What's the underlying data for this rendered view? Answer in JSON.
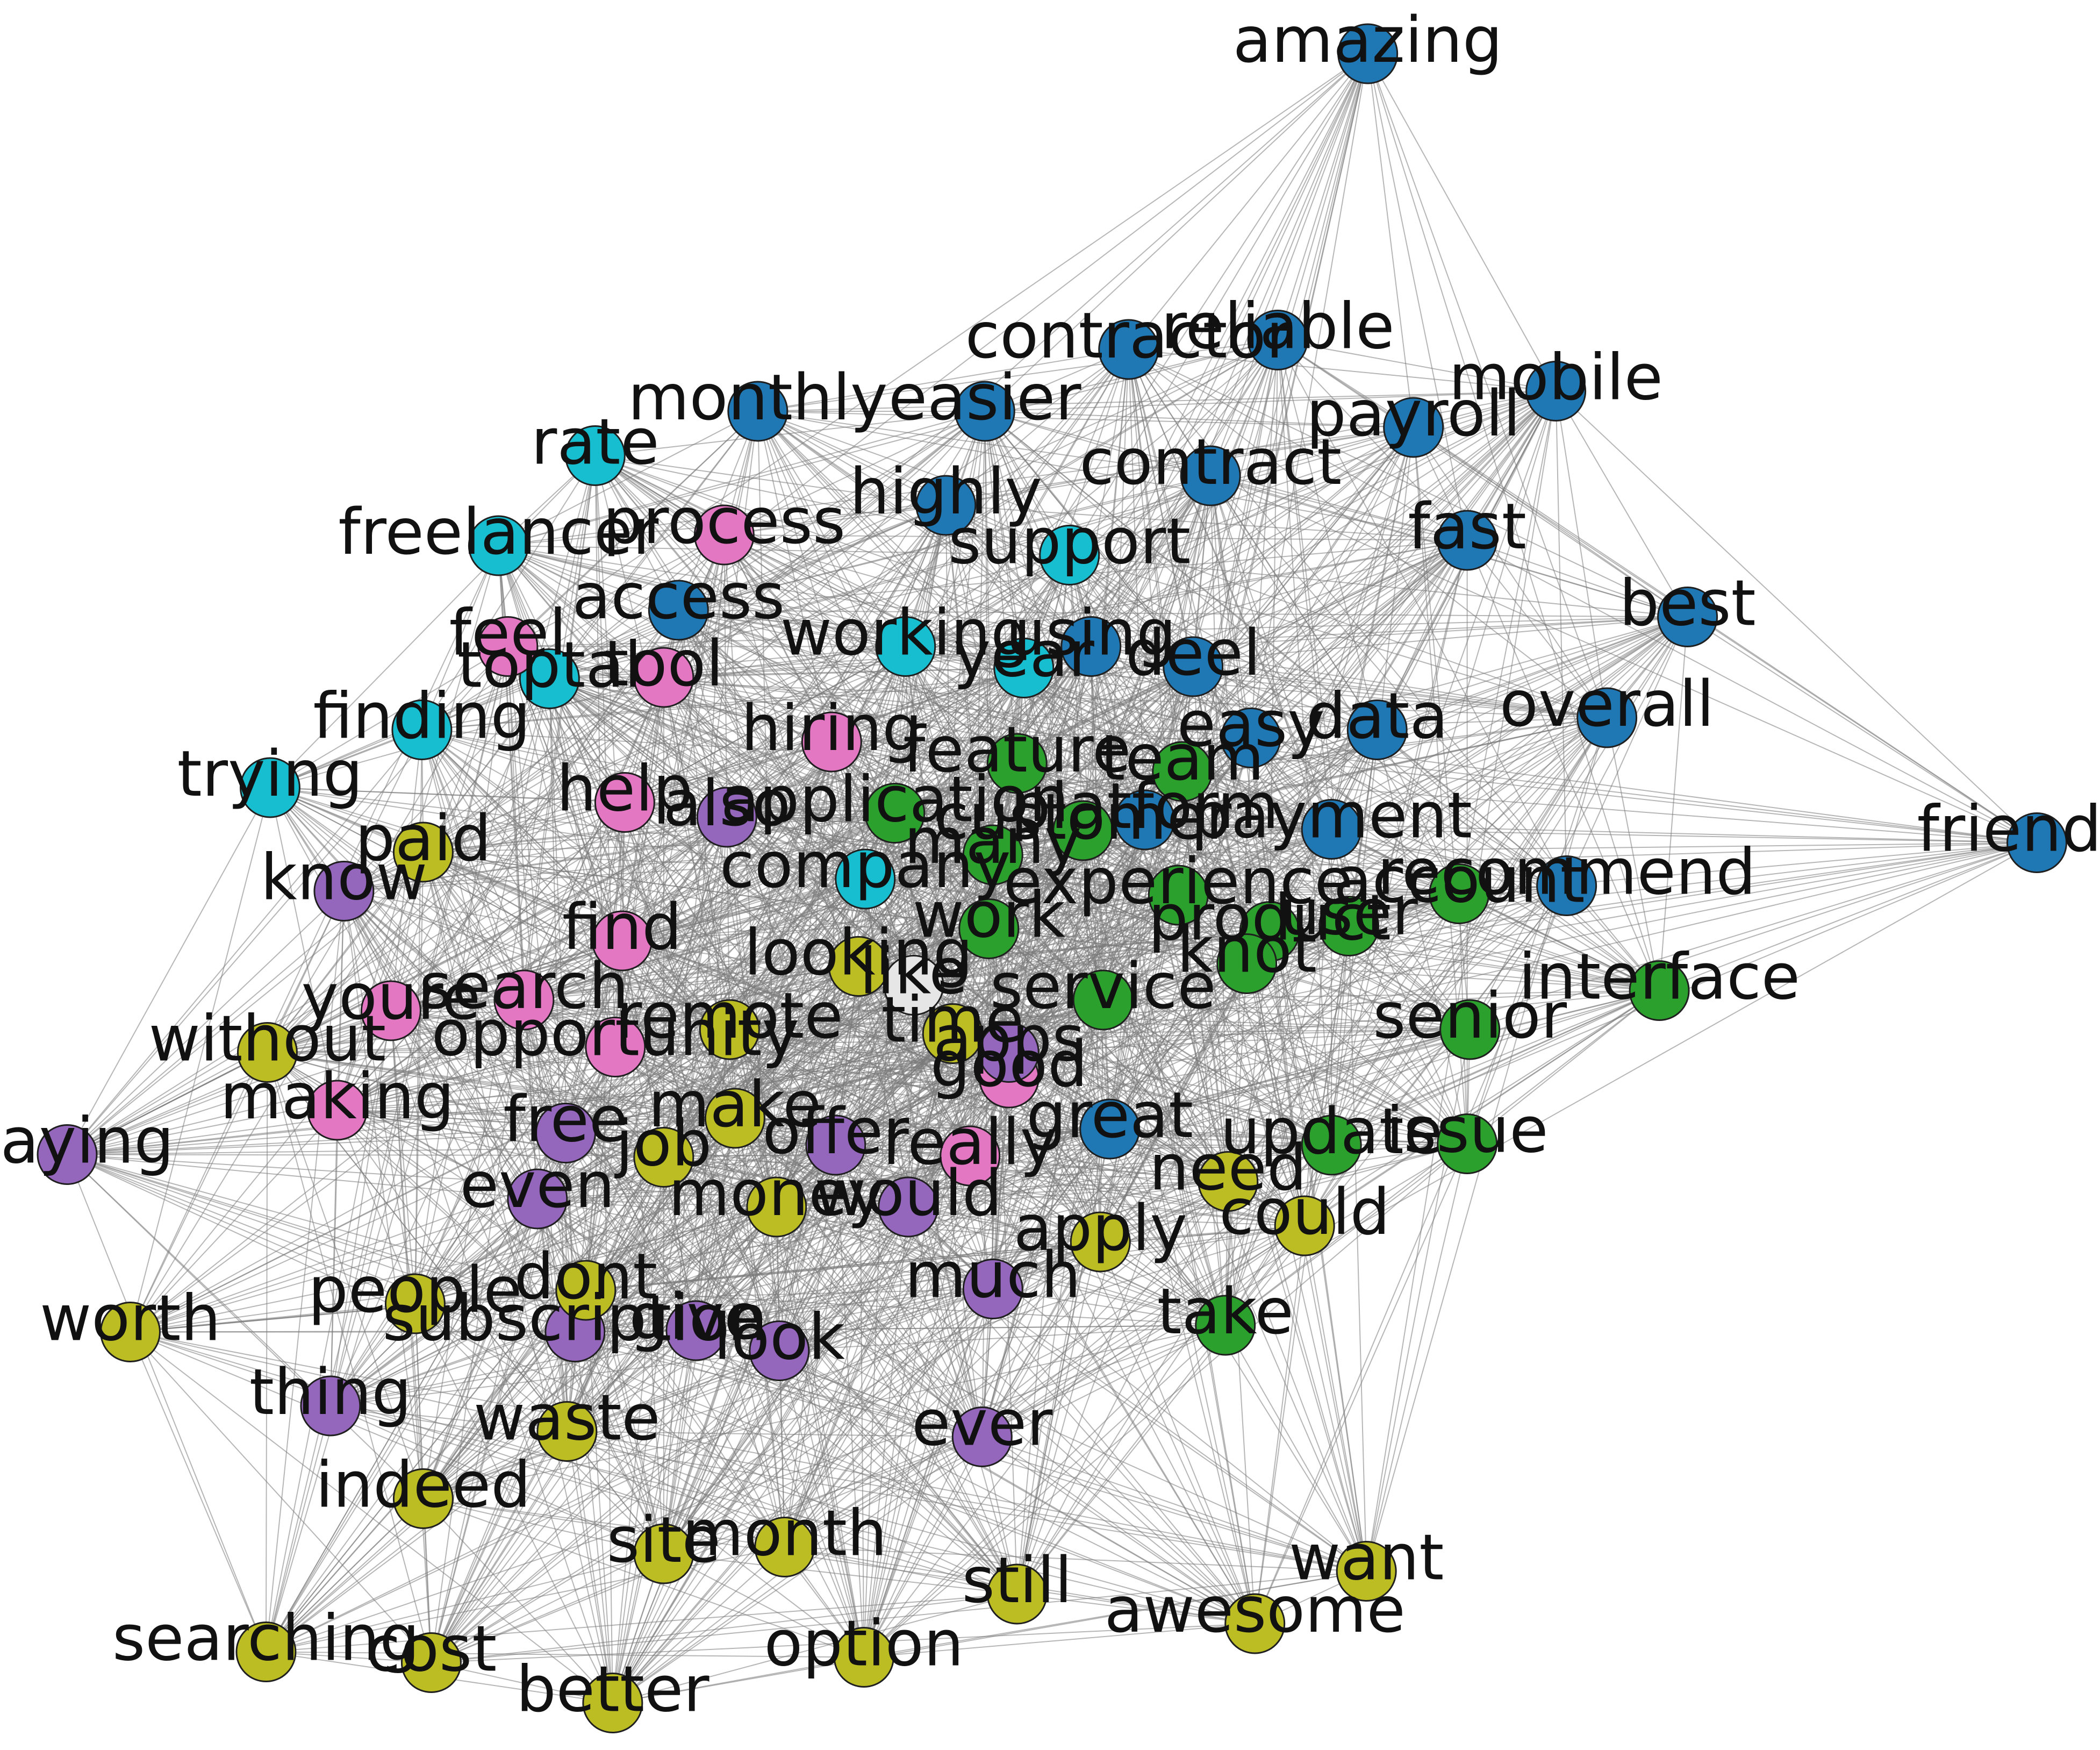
{
  "diagram": {
    "type": "word co-occurrence network",
    "node_style": {
      "outline": "#1f1f1f",
      "edge_color": "#7a7a7a"
    },
    "communities": [
      {
        "id": "blue",
        "color": "#1f77b4"
      },
      {
        "id": "cyan",
        "color": "#17becf"
      },
      {
        "id": "pink",
        "color": "#e377c2"
      },
      {
        "id": "purple",
        "color": "#9467bd"
      },
      {
        "id": "olive",
        "color": "#bcbd22"
      },
      {
        "id": "green",
        "color": "#2ca02c"
      },
      {
        "id": "gray",
        "color": "#e6e6e6"
      }
    ],
    "nodes": [
      {
        "word": "amazing",
        "community": "blue"
      },
      {
        "word": "contractor",
        "community": "blue"
      },
      {
        "word": "reliable",
        "community": "blue"
      },
      {
        "word": "mobile",
        "community": "blue"
      },
      {
        "word": "monthly",
        "community": "blue"
      },
      {
        "word": "easier",
        "community": "blue"
      },
      {
        "word": "payroll",
        "community": "blue"
      },
      {
        "word": "contract",
        "community": "blue"
      },
      {
        "word": "highly",
        "community": "blue"
      },
      {
        "word": "fast",
        "community": "blue"
      },
      {
        "word": "access",
        "community": "blue"
      },
      {
        "word": "best",
        "community": "blue"
      },
      {
        "word": "using",
        "community": "blue"
      },
      {
        "word": "deel",
        "community": "blue"
      },
      {
        "word": "easy",
        "community": "blue"
      },
      {
        "word": "data",
        "community": "blue"
      },
      {
        "word": "overall",
        "community": "blue"
      },
      {
        "word": "platform",
        "community": "blue"
      },
      {
        "word": "payment",
        "community": "blue"
      },
      {
        "word": "friendly",
        "community": "blue"
      },
      {
        "word": "recommend",
        "community": "blue"
      },
      {
        "word": "great",
        "community": "blue"
      },
      {
        "word": "rate",
        "community": "cyan"
      },
      {
        "word": "freelancer",
        "community": "cyan"
      },
      {
        "word": "support",
        "community": "cyan"
      },
      {
        "word": "toptal",
        "community": "cyan"
      },
      {
        "word": "working",
        "community": "cyan"
      },
      {
        "word": "year",
        "community": "cyan"
      },
      {
        "word": "finding",
        "community": "cyan"
      },
      {
        "word": "trying",
        "community": "cyan"
      },
      {
        "word": "company",
        "community": "cyan"
      },
      {
        "word": "process",
        "community": "pink"
      },
      {
        "word": "feel",
        "community": "pink"
      },
      {
        "word": "tool",
        "community": "pink"
      },
      {
        "word": "hiring",
        "community": "pink"
      },
      {
        "word": "help",
        "community": "pink"
      },
      {
        "word": "find",
        "community": "pink"
      },
      {
        "word": "youre",
        "community": "pink"
      },
      {
        "word": "search",
        "community": "pink"
      },
      {
        "word": "opportunity",
        "community": "pink"
      },
      {
        "word": "making",
        "community": "pink"
      },
      {
        "word": "good",
        "community": "pink"
      },
      {
        "word": "really",
        "community": "pink"
      },
      {
        "word": "also",
        "community": "purple"
      },
      {
        "word": "know",
        "community": "purple"
      },
      {
        "word": "apps",
        "community": "purple"
      },
      {
        "word": "paying",
        "community": "purple"
      },
      {
        "word": "free",
        "community": "purple"
      },
      {
        "word": "offer",
        "community": "purple"
      },
      {
        "word": "even",
        "community": "purple"
      },
      {
        "word": "would",
        "community": "purple"
      },
      {
        "word": "much",
        "community": "purple"
      },
      {
        "word": "subscription",
        "community": "purple"
      },
      {
        "word": "give",
        "community": "purple"
      },
      {
        "word": "look",
        "community": "purple"
      },
      {
        "word": "thing",
        "community": "purple"
      },
      {
        "word": "ever",
        "community": "purple"
      },
      {
        "word": "paid",
        "community": "olive"
      },
      {
        "word": "looking",
        "community": "olive"
      },
      {
        "word": "without",
        "community": "olive"
      },
      {
        "word": "remote",
        "community": "olive"
      },
      {
        "word": "time",
        "community": "olive"
      },
      {
        "word": "make",
        "community": "olive"
      },
      {
        "word": "job",
        "community": "olive"
      },
      {
        "word": "money",
        "community": "olive"
      },
      {
        "word": "need",
        "community": "olive"
      },
      {
        "word": "could",
        "community": "olive"
      },
      {
        "word": "apply",
        "community": "olive"
      },
      {
        "word": "dont",
        "community": "olive"
      },
      {
        "word": "people",
        "community": "olive"
      },
      {
        "word": "worth",
        "community": "olive"
      },
      {
        "word": "waste",
        "community": "olive"
      },
      {
        "word": "indeed",
        "community": "olive"
      },
      {
        "word": "site",
        "community": "olive"
      },
      {
        "word": "month",
        "community": "olive"
      },
      {
        "word": "still",
        "community": "olive"
      },
      {
        "word": "want",
        "community": "olive"
      },
      {
        "word": "awesome",
        "community": "olive"
      },
      {
        "word": "searching",
        "community": "olive"
      },
      {
        "word": "cost",
        "community": "olive"
      },
      {
        "word": "option",
        "community": "olive"
      },
      {
        "word": "better",
        "community": "olive"
      },
      {
        "word": "feature",
        "community": "green"
      },
      {
        "word": "team",
        "community": "green"
      },
      {
        "word": "application",
        "community": "green"
      },
      {
        "word": "customer",
        "community": "green"
      },
      {
        "word": "many",
        "community": "green"
      },
      {
        "word": "experience",
        "community": "green"
      },
      {
        "word": "account",
        "community": "green"
      },
      {
        "word": "work",
        "community": "green"
      },
      {
        "word": "product",
        "community": "green"
      },
      {
        "word": "user",
        "community": "green"
      },
      {
        "word": "knot",
        "community": "green"
      },
      {
        "word": "interface",
        "community": "green"
      },
      {
        "word": "service",
        "community": "green"
      },
      {
        "word": "senior",
        "community": "green"
      },
      {
        "word": "update",
        "community": "green"
      },
      {
        "word": "issue",
        "community": "green"
      },
      {
        "word": "take",
        "community": "green"
      },
      {
        "word": "like",
        "community": "gray"
      }
    ]
  }
}
